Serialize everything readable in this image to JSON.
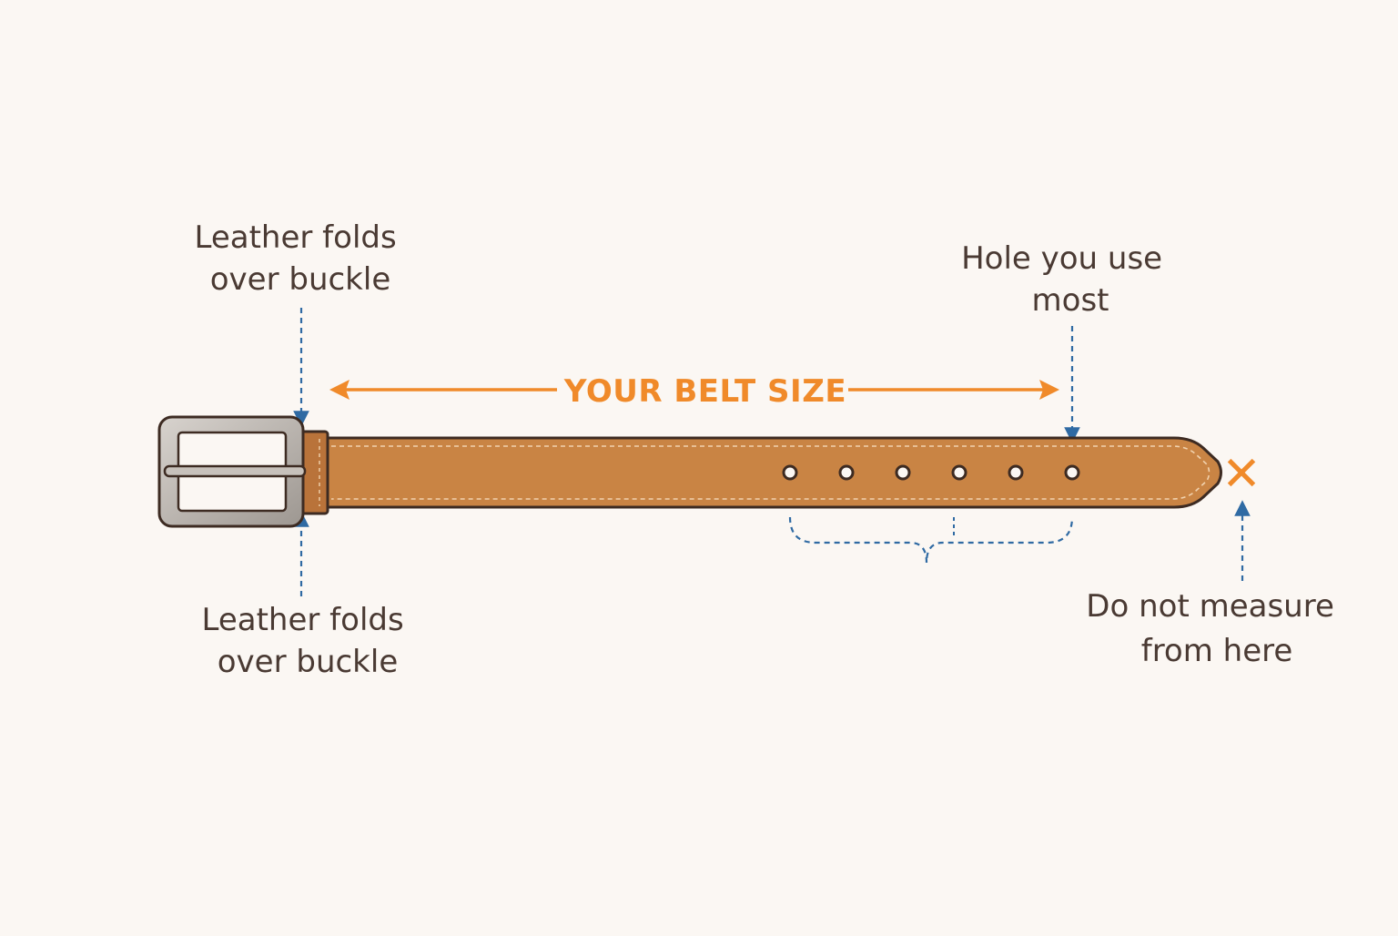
{
  "labels": {
    "buckle_top": [
      "Leather folds",
      "over buckle"
    ],
    "buckle_bottom": [
      "Leather folds",
      "over buckle"
    ],
    "hole_most": [
      "Hole you use",
      "most"
    ],
    "do_not_measure": [
      "Do not measure",
      "from here"
    ]
  },
  "measurement": {
    "text": "YOUR BELT SIZE"
  },
  "belt": {
    "hole_count": 6,
    "end_marker_symbol": "✕"
  },
  "colors": {
    "background": "#fbf7f3",
    "accent_orange": "#f08a2a",
    "guide_blue": "#2f6aa3",
    "leather": "#c98444",
    "leather_dark": "#a8652d",
    "outline": "#3d2b22",
    "buckle_metal": "#b9b3ad",
    "text": "#4a3a33"
  }
}
